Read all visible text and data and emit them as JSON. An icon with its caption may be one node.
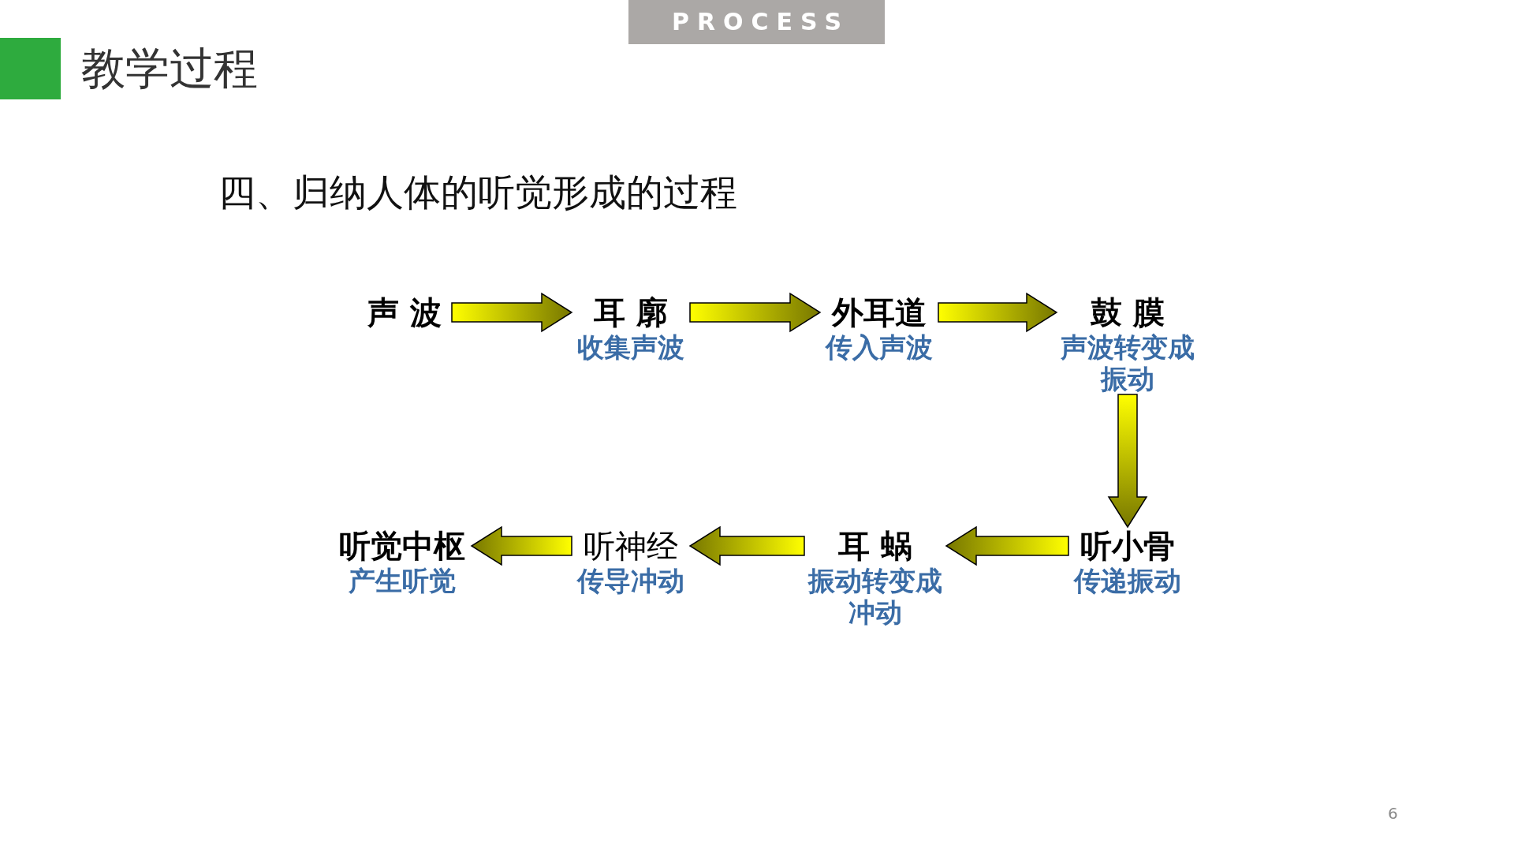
{
  "diagram": {
    "title": "教学过程",
    "nodes": [
      {
        "text": [
          "声 波"
        ]
      },
      {
        "text": [
          "耳 廓"
        ],
        "beside": [
          "收集声波"
        ]
      },
      {
        "text": [
          "外耳道"
        ],
        "beside": [
          "传入声波"
        ]
      },
      {
        "text": [
          "鼓 膜"
        ],
        "beside": [
          "声波转变成振动"
        ]
      },
      {
        "text": [
          "听小骨"
        ],
        "beside": [
          "传递振动"
        ]
      },
      {
        "text": [
          "耳 蜗"
        ],
        "beside": [
          "振动转变成冲动"
        ]
      },
      {
        "text": [
          "听神经"
        ],
        "beside": [
          "传导冲动"
        ]
      },
      {
        "text": [
          "听觉中枢"
        ],
        "beside": [
          "产生听觉"
        ]
      }
    ],
    "edges": [
      {
        "from": 0,
        "to": 1,
        "arrow": "to"
      },
      {
        "from": 1,
        "to": 2,
        "arrow": "to"
      },
      {
        "from": 2,
        "to": 3,
        "arrow": "to"
      },
      {
        "from": 3,
        "to": 4,
        "arrow": "to"
      },
      {
        "from": 4,
        "to": 5,
        "arrow": "to"
      },
      {
        "from": 5,
        "to": 6,
        "arrow": "to"
      },
      {
        "from": 6,
        "to": 7,
        "arrow": "to"
      }
    ],
    "labels": [
      "PROCESS",
      "四、归纳人体的听觉形成的过程",
      "6"
    ]
  }
}
